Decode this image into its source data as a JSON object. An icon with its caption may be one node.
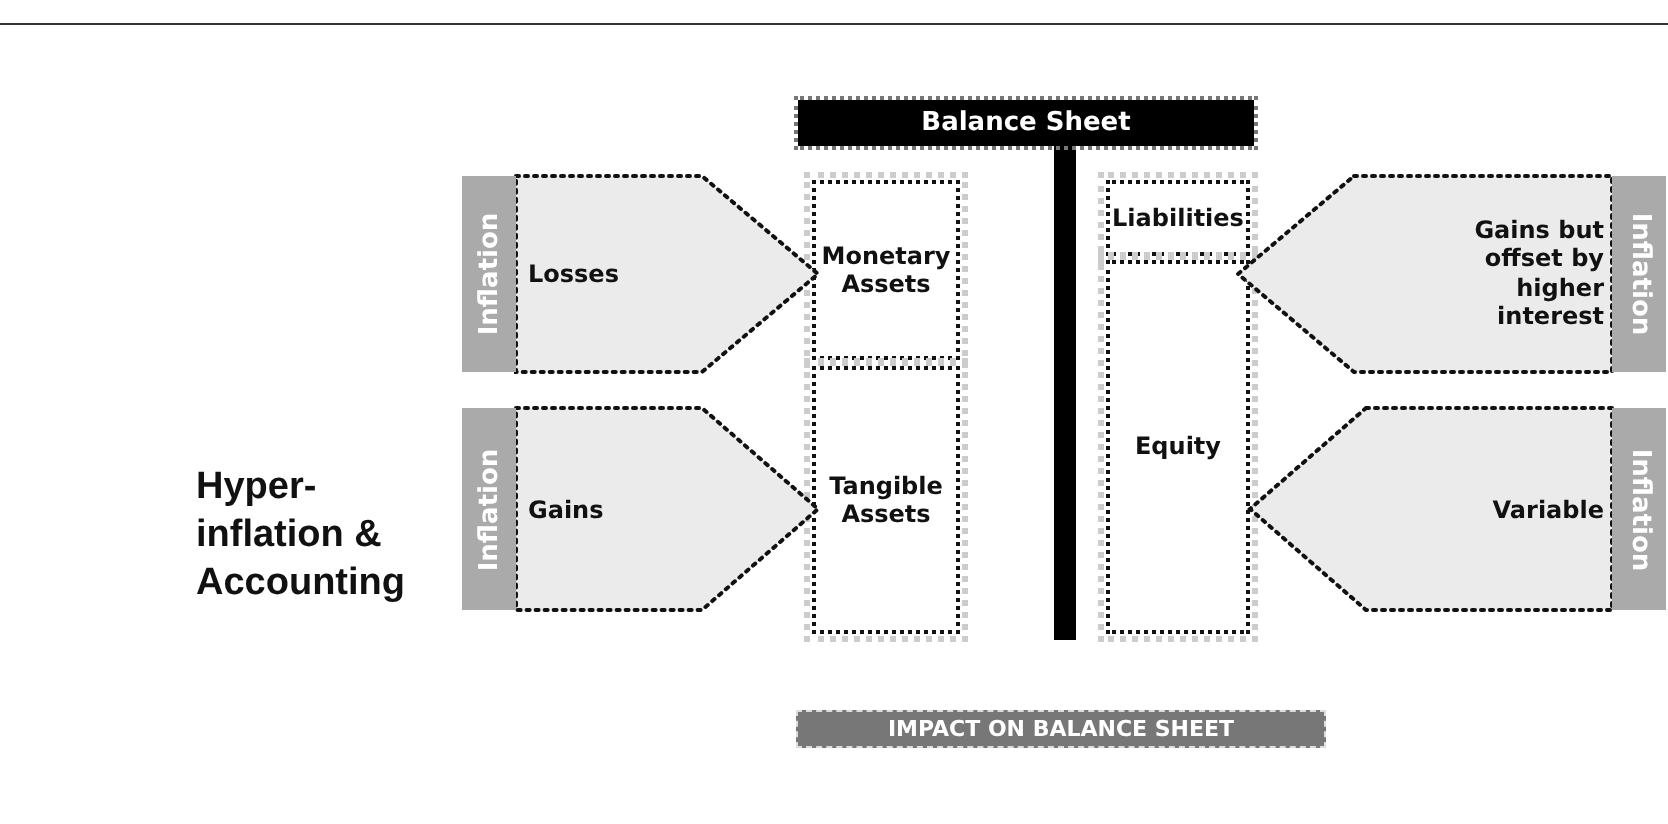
{
  "diagram": {
    "title": "Hyper-inflation & Accounting",
    "nodes": [
      {
        "text": [
          "Balance Sheet"
        ]
      },
      {
        "text": [
          "Monetary Assets"
        ]
      },
      {
        "text": [
          "Tangible Assets"
        ]
      },
      {
        "text": [
          "Liabilities"
        ]
      },
      {
        "text": [
          "Equity"
        ]
      },
      {
        "text": [
          "Inflation",
          "Losses"
        ]
      },
      {
        "text": [
          "Inflation",
          "Gains"
        ]
      },
      {
        "text": [
          "Inflation",
          "Gains but offset by higher interest"
        ]
      },
      {
        "text": [
          "Inflation",
          "Variable"
        ]
      },
      {
        "text": [
          "IMPACT ON BALANCE SHEET"
        ]
      }
    ]
  }
}
